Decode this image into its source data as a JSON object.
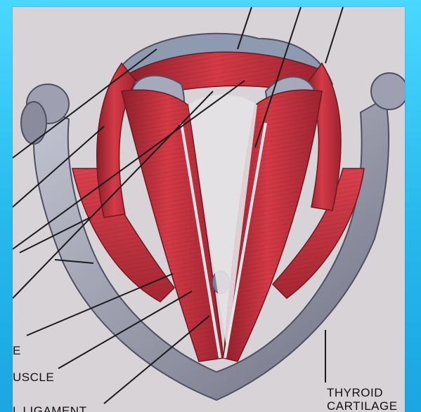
{
  "labels": {
    "e": "E",
    "uscle": "USCLE",
    "ligament": "L LIGAMENT",
    "thyroid": "THYROID",
    "cartilage": "CARTILAGE"
  },
  "colors": {
    "frame": "#36c8f2",
    "plate": "#d8d3d6",
    "muscle": "#c2303b",
    "cartilage": "#9da0b0",
    "leader_lines": "#1a1a1a"
  }
}
